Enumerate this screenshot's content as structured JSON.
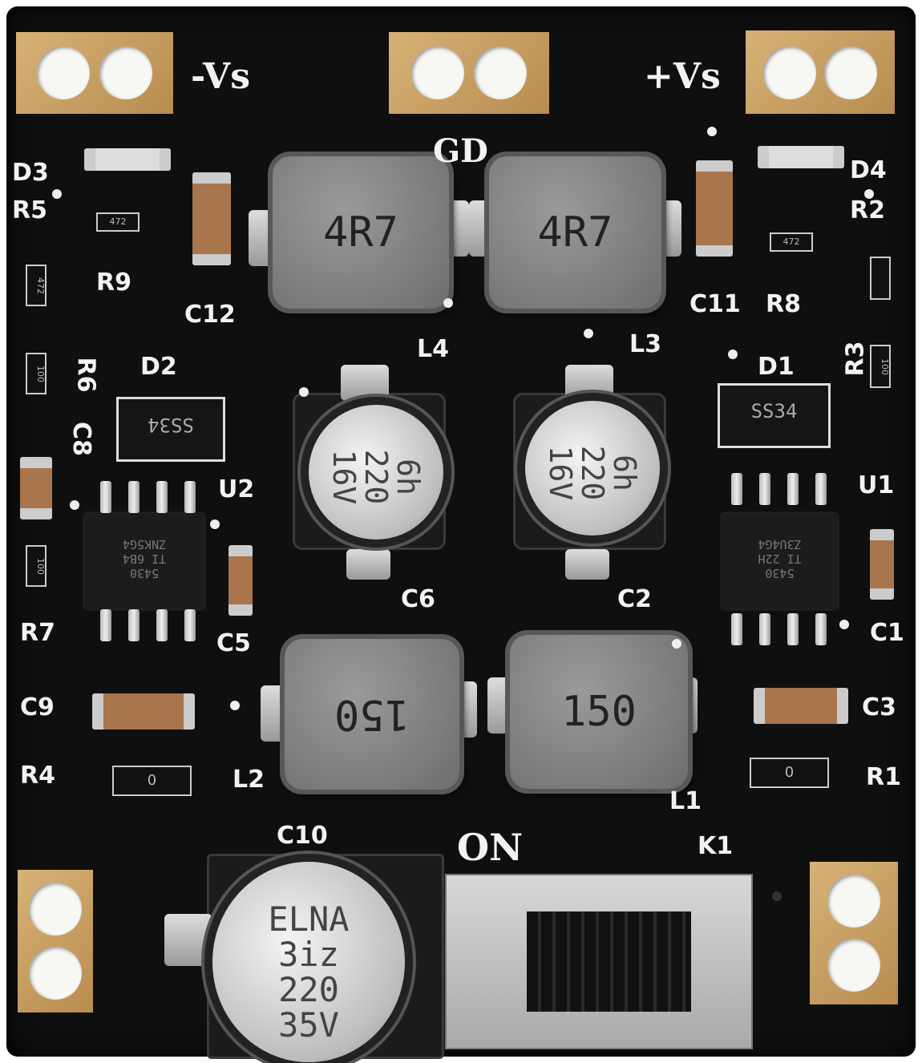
{
  "scene": "pcb-dual-dc-converter-module",
  "colors": {
    "board": "#0f0f10",
    "pad": "#c9a063",
    "silkscreen": "#f2f2f2",
    "inductor": "#808080"
  },
  "terminals": {
    "neg": "-Vs",
    "pos": "+Vs",
    "gnd": "GD"
  },
  "labels": {
    "D3": "D3",
    "D4": "D4",
    "R5": "R5",
    "R2": "R2",
    "R9": "R9",
    "C12": "C12",
    "C11": "C11",
    "R8": "R8",
    "L4": "L4",
    "L3": "L3",
    "R6": "R6",
    "R3": "R3",
    "D2": "D2",
    "D1": "D1",
    "C8": "C8",
    "U2": "U2",
    "U1": "U1",
    "R7": "R7",
    "C5": "C5",
    "C6": "C6",
    "C2": "C2",
    "C1": "C1",
    "C9": "C9",
    "C3": "C3",
    "R4": "R4",
    "R1": "R1",
    "L2": "L2",
    "L1": "L1",
    "C10": "C10",
    "ON": "ON",
    "K1": "K1"
  },
  "markings": {
    "L4": "4R7",
    "L3": "4R7",
    "L2": "150",
    "L1": "150",
    "D2": "SS34",
    "D1": "SS34",
    "C6": [
      "6h",
      "220",
      "16V"
    ],
    "C2": [
      "6h",
      "220",
      "16V"
    ],
    "C10": [
      "ELNA",
      "3iz",
      "220",
      "35V"
    ],
    "U2": [
      "5430",
      "TI 6B4",
      "ZNK5G4"
    ],
    "U1": [
      "5430",
      "TI 22H",
      "Z3U4G4"
    ],
    "R4": "0",
    "R1": "0",
    "R9": "472",
    "R8": "472",
    "R5": "472",
    "R3": "100",
    "R6": "100",
    "R7": "100"
  }
}
